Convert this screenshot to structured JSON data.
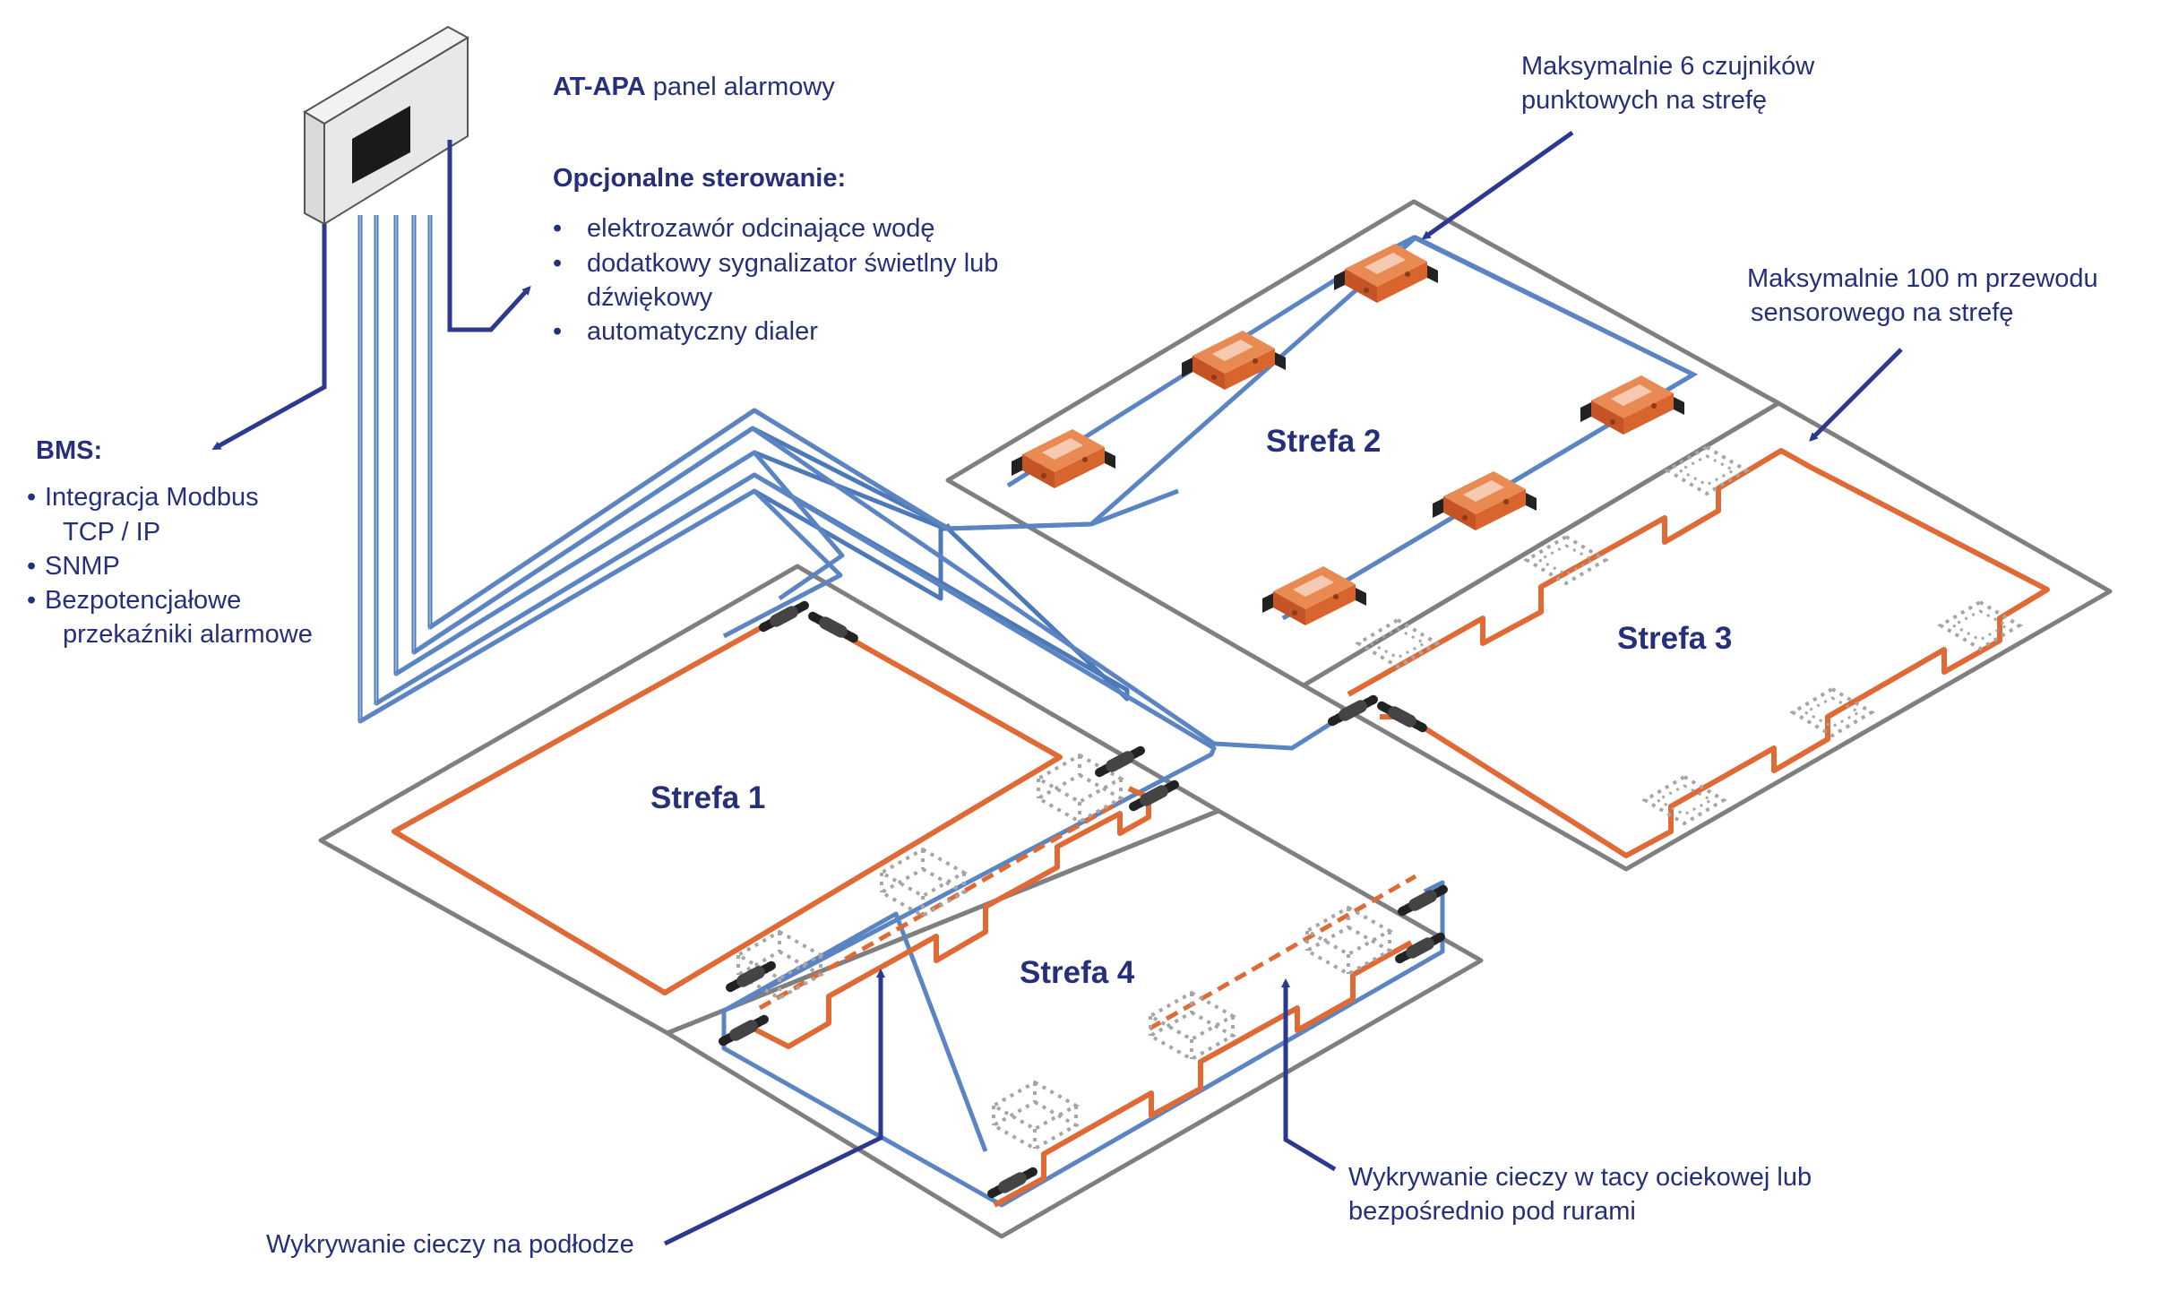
{
  "colors": {
    "navy": "#262f7a",
    "arrow": "#2b3a8f",
    "blue_cable": "#6b93c8",
    "orange_cable": "#e06a36",
    "zone_outline": "#7f7f7f",
    "tray_dots": "#a6a6a6"
  },
  "panel": {
    "name": "AT-APA",
    "desc": " panel alarmowy"
  },
  "options": {
    "title": "Opcjonalne sterowanie:",
    "items": [
      "elektrozawór odcinające wodę",
      "dodatkowy sygnalizator świetlny lub",
      "dźwiękowy",
      "automatyczny dialer"
    ]
  },
  "bms": {
    "title": "BMS:",
    "items": [
      "Integracja Modbus",
      "TCP / IP",
      "SNMP",
      "Bezpotencjałowe",
      "przekaźniki alarmowe"
    ]
  },
  "callouts": {
    "max_sensors_1": "Maksymalnie 6 czujników",
    "max_sensors_2": "punktowych na strefę",
    "max_cable_1": "Maksymalnie 100 m przewodu",
    "max_cable_2": "sensorowego na strefę",
    "floor": "Wykrywanie cieczy na podłodze",
    "tray_1": "Wykrywanie cieczy w tacy ociekowej lub",
    "tray_2": "bezpośrednio pod rurami"
  },
  "zones": {
    "z1": "Strefa 1",
    "z2": "Strefa 2",
    "z3": "Strefa 3",
    "z4": "Strefa 4"
  },
  "icons": [
    "alarm-panel-icon",
    "point-sensor-icon",
    "connector-icon",
    "drip-tray-icon",
    "arrow-icon"
  ]
}
